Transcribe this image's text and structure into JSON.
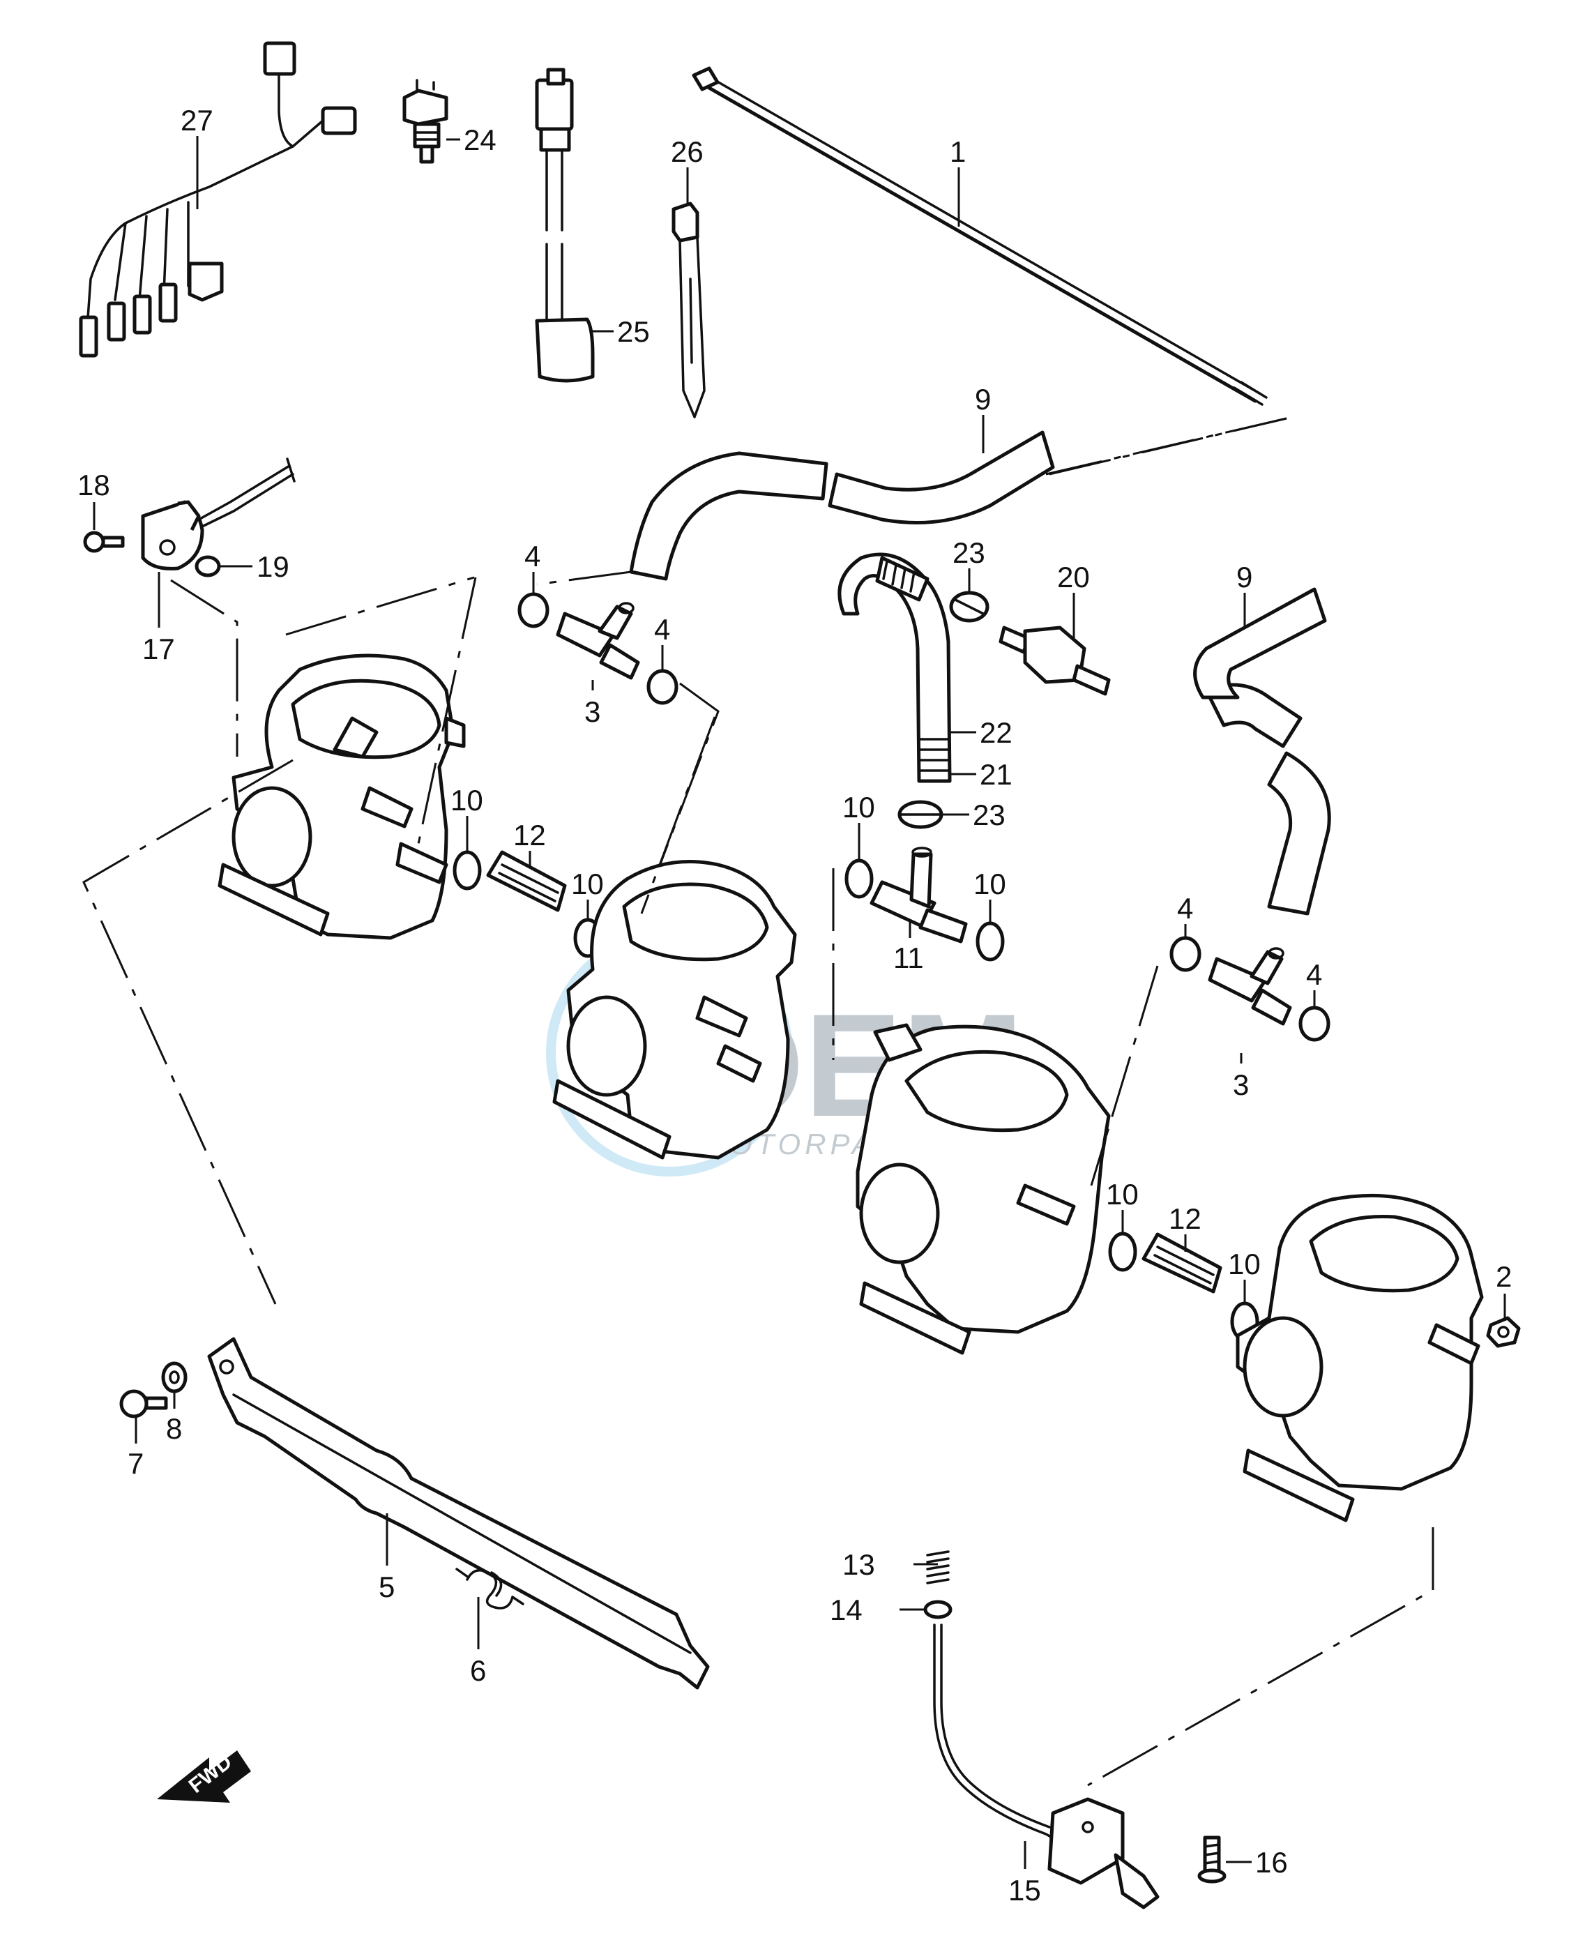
{
  "watermark": {
    "brand": "OEM",
    "sub": "MOTORPARTS"
  },
  "direction_arrow": {
    "label": "FWD"
  },
  "callouts": {
    "c1": "1",
    "c2": "2",
    "c3a": "3",
    "c3b": "3",
    "c4a": "4",
    "c4b": "4",
    "c4c": "4",
    "c4d": "4",
    "c5": "5",
    "c6": "6",
    "c7": "7",
    "c8": "8",
    "c9a": "9",
    "c9b": "9",
    "c10a": "10",
    "c10b": "10",
    "c10c": "10",
    "c10d": "10",
    "c10e": "10",
    "c10f": "10",
    "c11": "11",
    "c12a": "12",
    "c12b": "12",
    "c13": "13",
    "c14": "14",
    "c15": "15",
    "c16": "16",
    "c17": "17",
    "c18": "18",
    "c19": "19",
    "c20": "20",
    "c21": "21",
    "c22": "22",
    "c23a": "23",
    "c23b": "23",
    "c24": "24",
    "c25": "25",
    "c26": "26",
    "c27": "27"
  }
}
